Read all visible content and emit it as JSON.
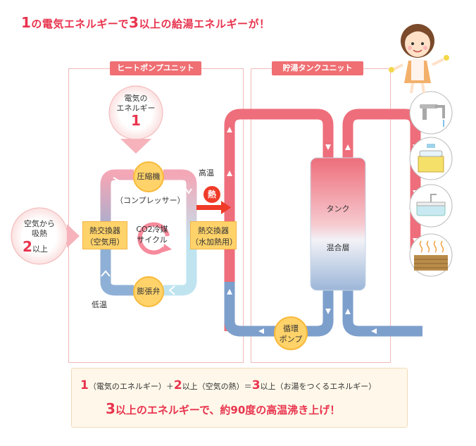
{
  "headline": {
    "n1": "1",
    "t1": "の電気エネルギーで",
    "n2": "3",
    "t2": "以上の給湯エネルギーが！"
  },
  "heat_pump_unit": {
    "label": "ヒートポンプユニット"
  },
  "tank_unit": {
    "label": "貯湯タンクユニット"
  },
  "electric": {
    "line1": "電気の",
    "line2": "エネルギー",
    "value": "1"
  },
  "air": {
    "line1": "空気から",
    "line2": "吸熱",
    "value": "2",
    "suffix": "以上"
  },
  "cycle": {
    "compressor": "圧縮機",
    "compressor_en": "（コンプレッサー）",
    "hx_air_line1": "熱交換器",
    "hx_air_line2": "（空気用）",
    "hx_water_line1": "熱交換器",
    "hx_water_line2": "（水加熱用）",
    "refrigerant_line1": "CO2冷媒",
    "refrigerant_line2": "サイクル",
    "valve": "膨張弁",
    "high_temp": "高温",
    "low_temp": "低温",
    "heat": "熱"
  },
  "tank": {
    "label": "タンク",
    "mix": "混合層"
  },
  "pump": {
    "line1": "循環",
    "line2": "ポンプ"
  },
  "bottom": {
    "n1": "1",
    "t1": "（電気のエネルギー）＋",
    "n2": "2",
    "t2": "以上（空気の熱）＝",
    "n3": "3",
    "t3": "以上（お湯をつくるエネルギー）",
    "s_n": "3",
    "s_t": "以上のエネルギーで、約90度の高温沸き上げ！"
  },
  "colors": {
    "accent": "#e8344e",
    "hot": "#ee6e7b",
    "cold": "#7d9fcc",
    "yellow": "#ffd36a",
    "box": "#f2b9b9"
  },
  "icons": [
    "faucet-icon",
    "washbasin-icon",
    "bathtub-icon",
    "floor-heating-icon",
    "woman-icon"
  ]
}
